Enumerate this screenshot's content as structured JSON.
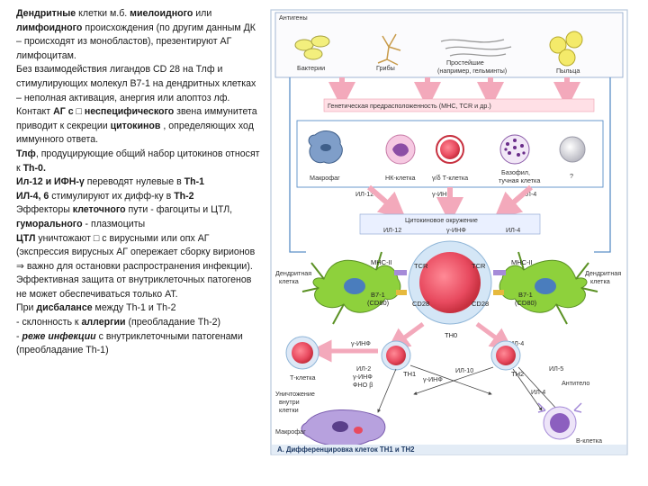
{
  "text": {
    "p1_b1": "Дендритные",
    "p1_t1": " клетки м.б. ",
    "p1_b2": "миелоидного",
    "p1_t2": " или ",
    "p1_b3": "лимфоидного",
    "p1_t3": " происхождения (по другим данным ДК – происходят из монобластов), презентируют АГ лимфоцитам.",
    "p2": "Без взаимодействия  лигандов CD 28 на Тлф и стимулирующих молекул В7-1 на дендритных клетках – неполная активация, анергия или апоптоз лф.",
    "p3_t1": "Контакт ",
    "p3_b1": "АГ с ",
    "p3_sym": "□",
    "p3_b2": " неспецифического",
    "p3_t2": " звена иммунитета приводит к секреции ",
    "p3_b3": "цитокинов",
    "p3_t3": " , определяющих ход иммунного ответа.",
    "p4_b1": "Тлф",
    "p4_t1": ", продуцирующие общий набор цитокинов относят к ",
    "p4_b2": "Th-0.",
    "p5_b1": "Ил-12 и ИФН-γ",
    "p5_t1": " переводят нулевые в ",
    "p5_b2": "Th-1",
    "p6_b1": "ИЛ-4, 6",
    "p6_t1": " стимулируют их дифф-ку в ",
    "p6_b2": "Th-2",
    "p7_t1": "Эффекторы ",
    "p7_b1": "клеточного",
    "p7_t2": " пути - фагоциты и ЦТЛ, ",
    "p7_b2": "гуморального",
    "p7_t3": " - плазмоциты",
    "p8_b1": "ЦТЛ",
    "p8_t1": " уничтожают ",
    "p8_sym": "□",
    "p8_t2": " с вирусными или опх АГ (экспрессия вирусных АГ опережает сборку вирионов ⇒ важно для остановки распространения инфекции).",
    "p9": "Эффективная защита от внутриклеточных патогенов не может обеспечиваться только АТ.",
    "p10_t1": "При ",
    "p10_b1": "дисбалансе",
    "p10_t2": " между Th-1 и Th-2",
    "p11_t1": "- склонность к ",
    "p11_b1": "аллергии",
    "p11_t2": " (преобладание Th-2)",
    "p12_t1": "- ",
    "p12_b1": "реже инфекции",
    "p12_t2": " с внутриклеточными патогенами (преобладание Th-1)"
  },
  "diagram": {
    "antigens": "Антигены",
    "bacteria": "Бактерии",
    "fungi": "Грибы",
    "protozoa": "Простейшие",
    "protozoa_note": "(например, гельминты)",
    "pollen": "Пыльца",
    "genetic": "Генетическая предрасположенность (MHC, TCR и др.)",
    "macrophage": "Макрофаг",
    "nk_cell": "НК-клетка",
    "gd_cell": "γ/δ Т-клетка",
    "basophil": "Базофил,",
    "mast_cell": "тучная клетка",
    "unknown": "?",
    "il12": "ИЛ-12",
    "ifn": "γ-ИНФ",
    "il4": "ИЛ-4",
    "cytokine_env": "Цитокиновое окружение",
    "dendritic_left_1": "Дендритная",
    "dendritic_left_2": "клетка",
    "dendritic_right_1": "Дендритная",
    "dendritic_right_2": "клетка",
    "mhc_left": "MHC-II",
    "mhc_right": "MHC-II",
    "tcr_left": "TCR",
    "tcr_right": "TCR",
    "b71_left": "B7-1",
    "cd80_left": "(CD80)",
    "b71_right": "B7-1",
    "cd80_right": "(CD80)",
    "cd28_left": "CD28",
    "cd28_right": "CD28",
    "th0": "TH0",
    "ifn_left": "γ-ИНФ",
    "il4_right": "ИЛ-4",
    "t_cell": "Т-клетка",
    "th1": "TH1",
    "th2": "TH2",
    "th1_il2": "ИЛ-2",
    "th1_ifn": "γ-ИНФ",
    "th1_tnf": "ФНО β",
    "cross_ifn": "γ-ИНФ",
    "cross_il10": "ИЛ-10",
    "il5": "ИЛ-5",
    "il4_b": "ИЛ-4",
    "antibody": "Антитело",
    "destroy_1": "Уничтожение",
    "destroy_2": "внутри",
    "destroy_3": "клетки",
    "macrophage_bottom": "Макрофаг",
    "b_cell": "В-клетка",
    "caption": "А. Дифференцировка клеток TH1 и TH2"
  },
  "colors": {
    "arrow_pink": "#f3a9bb",
    "cytokine_box": "#eaf0ff",
    "outer_box": "#d4e4f2",
    "red_cell": "#e84a5f",
    "dendritic_green": "#8ed13c",
    "blue_line": "#5a8fc7"
  }
}
